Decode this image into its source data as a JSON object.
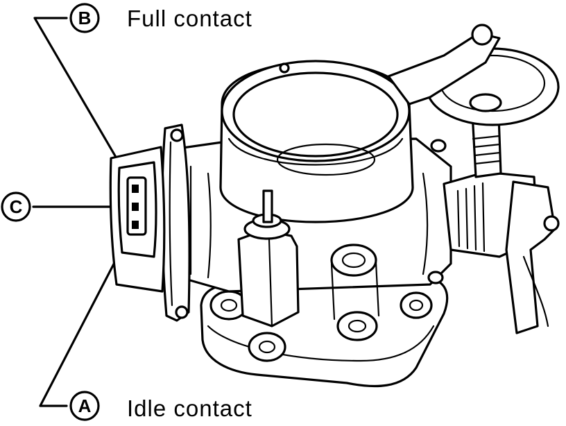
{
  "callouts": {
    "b": {
      "letter": "B",
      "label": "Full contact"
    },
    "c": {
      "letter": "C",
      "label": ""
    },
    "a": {
      "letter": "A",
      "label": "Idle contact"
    }
  },
  "colors": {
    "ink": "#000000",
    "paper": "#ffffff"
  }
}
